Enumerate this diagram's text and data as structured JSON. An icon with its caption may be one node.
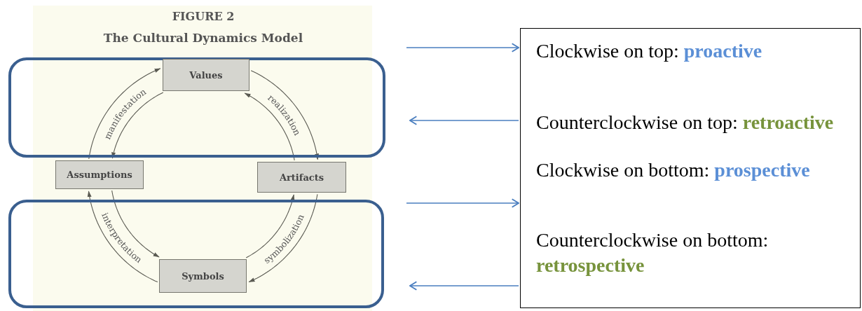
{
  "diagram": {
    "title": "The Cultural Dynamics Model",
    "nodes": [
      {
        "text": [],
        "shape": "box"
      },
      {
        "text": [
          "Values"
        ],
        "in": 0
      },
      {
        "text": [
          "Assumptions"
        ]
      },
      {
        "text": [
          "Artifacts"
        ]
      },
      {
        "text": [],
        "shape": "box"
      },
      {
        "text": [
          "Symbols"
        ],
        "in": 4
      },
      {
        "text": [
          "Clockwise on top: **proactive**",
          "Counterclockwise on top: **retroactive**",
          "Clockwise on bottom: **prospective**",
          "Counterclockwise on bottom: **retrospective**"
        ]
      }
    ],
    "edges": [
      {
        "from": 2,
        "to": 1,
        "arrow": "to",
        "label": "manifestation"
      },
      {
        "from": 1,
        "to": 2,
        "arrow": "to"
      },
      {
        "from": 1,
        "to": 3,
        "arrow": "to",
        "label": "realization"
      },
      {
        "from": 3,
        "to": 1,
        "arrow": "to"
      },
      {
        "from": 3,
        "to": 5,
        "arrow": "to",
        "label": "symbolization"
      },
      {
        "from": 5,
        "to": 3,
        "arrow": "to"
      },
      {
        "from": 5,
        "to": 2,
        "arrow": "to",
        "label": "interpretation"
      },
      {
        "from": 2,
        "to": 5,
        "arrow": "to"
      },
      {
        "from": null,
        "to": 6,
        "arrow": "to",
        "color": "#4a7ebf"
      },
      {
        "from": 6,
        "to": null,
        "arrow": "to",
        "color": "#4a7ebf"
      },
      {
        "from": null,
        "to": 6,
        "arrow": "to",
        "color": "#4a7ebf"
      },
      {
        "from": 6,
        "to": null,
        "arrow": "to",
        "color": "#4a7ebf"
      }
    ],
    "labels": [
      "FIGURE 2"
    ]
  }
}
